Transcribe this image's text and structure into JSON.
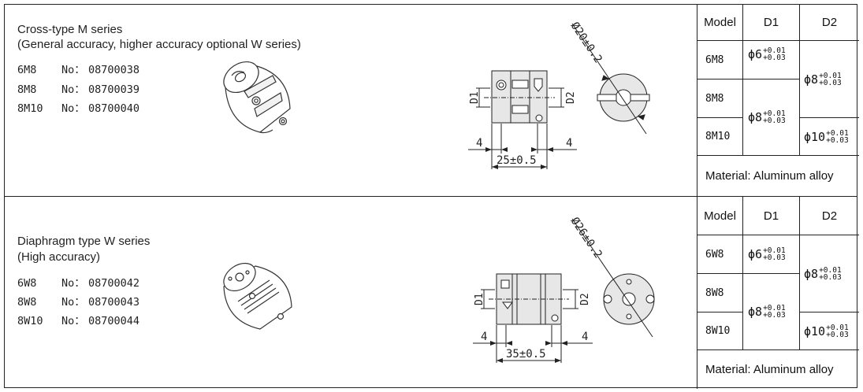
{
  "sections": [
    {
      "title_line1": "Cross-type M series",
      "title_line2": "(General accuracy, higher accuracy optional W series)",
      "parts": [
        {
          "model": "6M8",
          "no_label": "No：",
          "number": "08700038"
        },
        {
          "model": "8M8",
          "no_label": "No：",
          "number": "08700039"
        },
        {
          "model": "8M10",
          "no_label": "No：",
          "number": "08700040"
        }
      ],
      "drawing": {
        "outer_dim": "Ø20±0.2",
        "length_dim": "25±0.5",
        "left_gap": "4",
        "right_gap": "4",
        "d1_label": "D1",
        "d2_label": "D2"
      },
      "table": {
        "headers": [
          "Model",
          "D1",
          "D2"
        ],
        "rows": [
          {
            "model": "6M8"
          },
          {
            "model": "8M8"
          },
          {
            "model": "8M10"
          }
        ],
        "d1_groups": [
          {
            "phi": "ϕ6",
            "upper": "+0.01",
            "lower": "+0.03"
          },
          {
            "phi": "ϕ8",
            "upper": "+0.01",
            "lower": "+0.03"
          }
        ],
        "d2_groups": [
          {
            "phi": "ϕ8",
            "upper": "+0.01",
            "lower": "+0.03"
          },
          {
            "phi": "ϕ10",
            "upper": "+0.01",
            "lower": "+0.03"
          }
        ],
        "material": "Material: Aluminum alloy"
      }
    },
    {
      "title_line1": "Diaphragm type W series",
      "title_line2": "(High accuracy)",
      "parts": [
        {
          "model": "6W8",
          "no_label": "No：",
          "number": "08700042"
        },
        {
          "model": "8W8",
          "no_label": "No：",
          "number": "08700043"
        },
        {
          "model": "8W10",
          "no_label": "No：",
          "number": "08700044"
        }
      ],
      "drawing": {
        "outer_dim": "Ø26±0.2",
        "length_dim": "35±0.5",
        "left_gap": "4",
        "right_gap": "4",
        "d1_label": "D1",
        "d2_label": "D2"
      },
      "table": {
        "headers": [
          "Model",
          "D1",
          "D2"
        ],
        "rows": [
          {
            "model": "6W8"
          },
          {
            "model": "8W8"
          },
          {
            "model": "8W10"
          }
        ],
        "d1_groups": [
          {
            "phi": "ϕ6",
            "upper": "+0.01",
            "lower": "+0.03"
          },
          {
            "phi": "ϕ8",
            "upper": "+0.01",
            "lower": "+0.03"
          }
        ],
        "d2_groups": [
          {
            "phi": "ϕ8",
            "upper": "+0.01",
            "lower": "+0.03"
          },
          {
            "phi": "ϕ10",
            "upper": "+0.01",
            "lower": "+0.03"
          }
        ],
        "material": "Material: Aluminum alloy"
      }
    }
  ]
}
